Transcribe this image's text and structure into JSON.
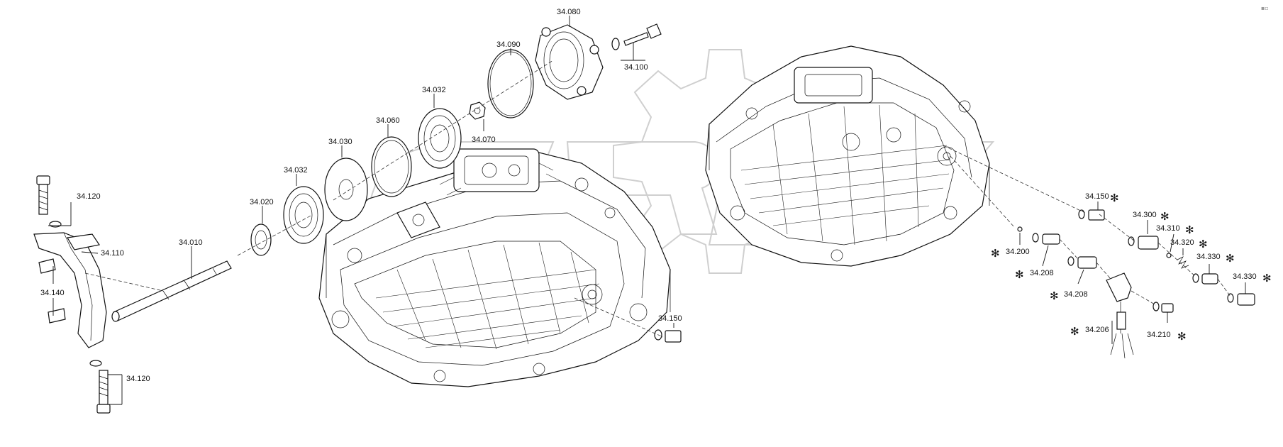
{
  "corner_mark": "▪▫",
  "labels": {
    "l_34080": "34.080",
    "l_34090": "34.090",
    "l_34100": "34.100",
    "l_34032a": "34.032",
    "l_34060": "34.060",
    "l_34070": "34.070",
    "l_34030": "34.030",
    "l_34032b": "34.032",
    "l_34020": "34.020",
    "l_34010": "34.010",
    "l_34120a": "34.120",
    "l_34110": "34.110",
    "l_34140": "34.140",
    "l_34120b": "34.120",
    "l_34150a": "34.150",
    "l_34150b": "34.150",
    "l_34300": "34.300",
    "l_34310": "34.310",
    "l_34320": "34.320",
    "l_34330a": "34.330",
    "l_34330b": "34.330",
    "l_34200": "34.200",
    "l_34208a": "34.208",
    "l_34208b": "34.208",
    "l_34206": "34.206",
    "l_34210": "34.210"
  },
  "asterisk": "✻",
  "colors": {
    "line": "#111111",
    "watermark": "#cfcfcf",
    "background": "#ffffff"
  }
}
